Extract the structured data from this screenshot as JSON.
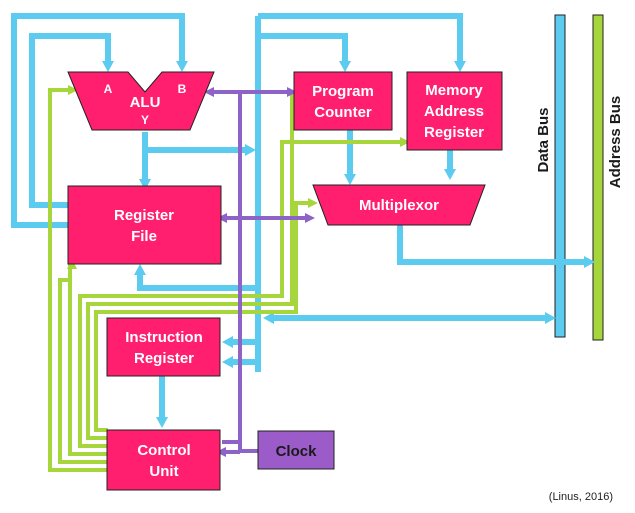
{
  "blocks": {
    "alu": {
      "label": "ALU",
      "port_a": "A",
      "port_b": "B",
      "port_y": "Y"
    },
    "program_counter": {
      "line1": "Program",
      "line2": "Counter"
    },
    "memory_address_register": {
      "line1": "Memory",
      "line2": "Address",
      "line3": "Register"
    },
    "multiplexor": {
      "label": "Multiplexor"
    },
    "register_file": {
      "line1": "Register",
      "line2": "File"
    },
    "instruction_register": {
      "line1": "Instruction",
      "line2": "Register"
    },
    "control_unit": {
      "line1": "Control",
      "line2": "Unit"
    },
    "clock": {
      "label": "Clock"
    }
  },
  "buses": {
    "data_bus": {
      "label": "Data Bus"
    },
    "address_bus": {
      "label": "Address Bus"
    }
  },
  "credit": "(Linus, 2016)",
  "colors": {
    "block": "#ff1f6e",
    "clock": "#9b5bc8",
    "data_line": "#5ccbf0",
    "control_line": "#a6d63c",
    "clock_line": "#8e63c7"
  }
}
